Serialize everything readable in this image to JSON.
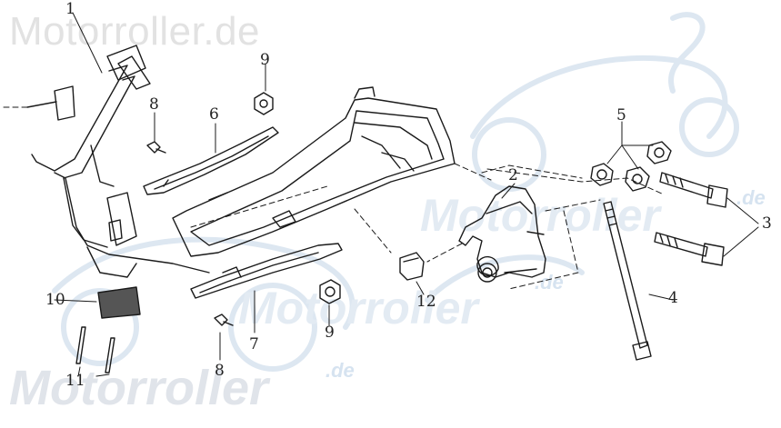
{
  "watermarks": {
    "top": "Motorroller.de",
    "middle": "Motorroller",
    "middle2": "Motorroller",
    "bottom": "Motorroller",
    "suffix": ".de"
  },
  "callouts": {
    "c1": "1",
    "c2": "2",
    "c3": "3",
    "c4": "4",
    "c5": "5",
    "c6": "6",
    "c7": "7",
    "c8a": "8",
    "c8b": "8",
    "c9a": "9",
    "c9b": "9",
    "c10": "10",
    "c11": "11",
    "c12": "12"
  },
  "colors": {
    "line": "#1a1a1a",
    "watermark": "#dfe8f2"
  }
}
